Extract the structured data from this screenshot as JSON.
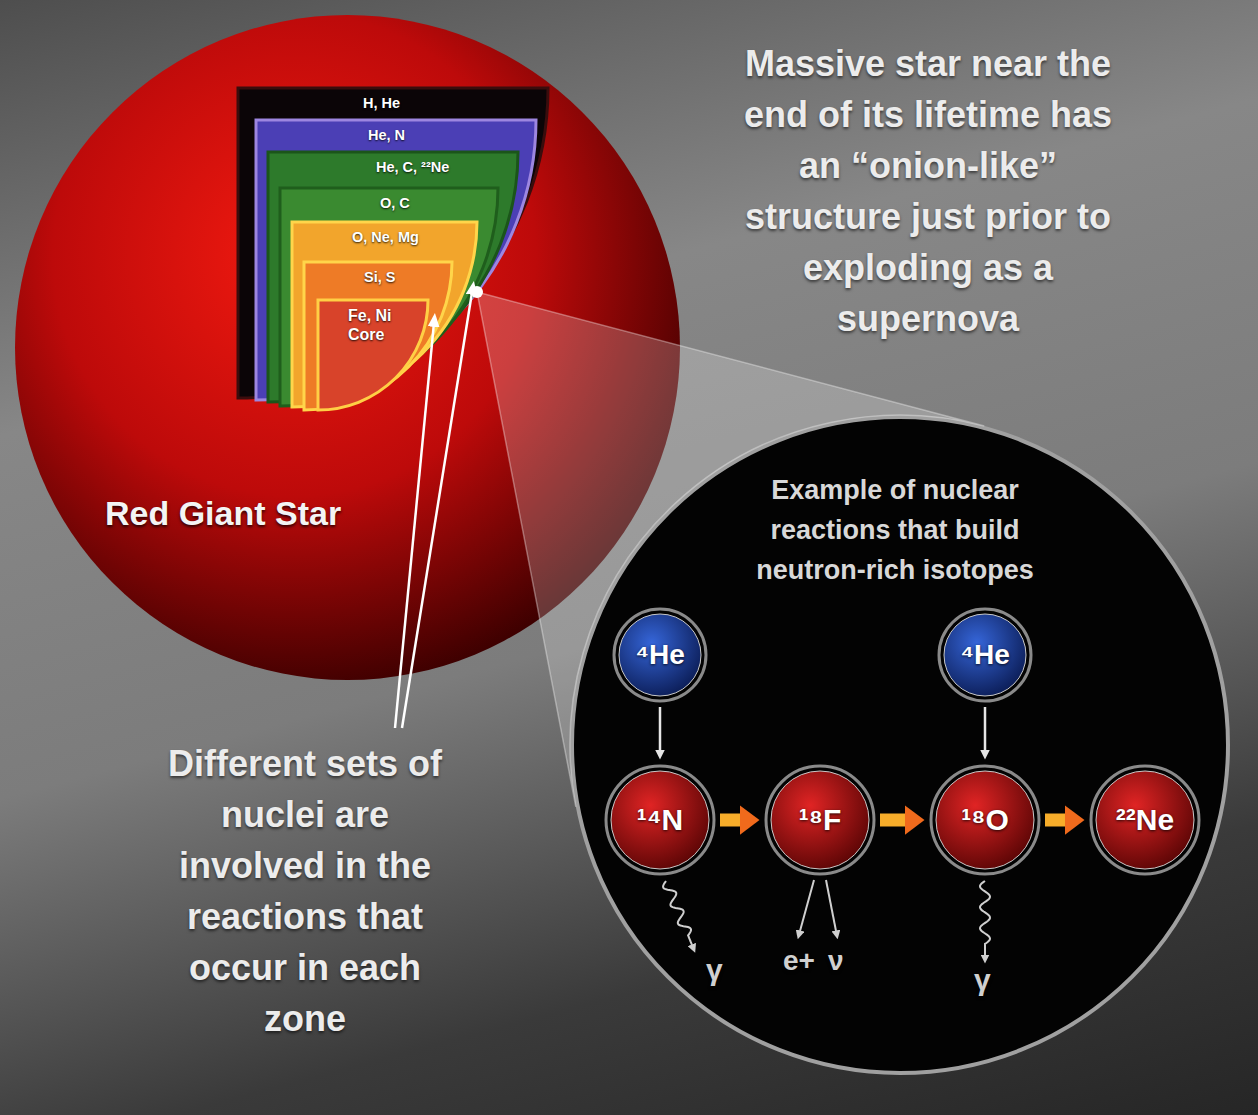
{
  "diagram": {
    "nodes": [
      {
        "text": [
          "Red Giant Star"
        ]
      },
      {
        "text": [
          "H, He"
        ],
        "in": 0
      },
      {
        "text": [
          "He, N"
        ],
        "in": 1
      },
      {
        "text": [
          "He, C, ²²Ne"
        ],
        "in": 2
      },
      {
        "text": [
          "O, C"
        ],
        "in": 3
      },
      {
        "text": [
          "O, Ne, Mg"
        ],
        "in": 4
      },
      {
        "text": [
          "Si, S"
        ],
        "in": 5
      },
      {
        "text": [
          "Fe, Ni Core"
        ],
        "in": 6
      },
      {
        "text": [
          "Example of nuclear reactions that build neutron-rich isotopes"
        ]
      },
      {
        "text": [
          "⁴He"
        ],
        "in": 8
      },
      {
        "text": [
          "¹⁴N"
        ],
        "in": 8
      },
      {
        "text": [
          "¹⁸F"
        ],
        "in": 8
      },
      {
        "text": [
          "⁴He"
        ],
        "in": 8
      },
      {
        "text": [
          "¹⁸O"
        ],
        "in": 8
      },
      {
        "text": [
          "²²Ne"
        ],
        "in": 8
      }
    ],
    "edges": [
      {
        "from": 9,
        "to": 10,
        "arrow": "to"
      },
      {
        "from": 10,
        "to": 11,
        "arrow": "to"
      },
      {
        "from": 11,
        "to": 13,
        "arrow": "to"
      },
      {
        "from": 12,
        "to": 13,
        "arrow": "to"
      },
      {
        "from": 13,
        "to": 14,
        "arrow": "to"
      }
    ],
    "labels": [
      "Massive star near the end of its lifetime has an “onion-like” structure just prior to exploding as a supernova",
      "Different sets of nuclei are involved in the reactions that occur in each zone",
      "γ",
      "e+",
      "ν",
      "γ"
    ]
  }
}
